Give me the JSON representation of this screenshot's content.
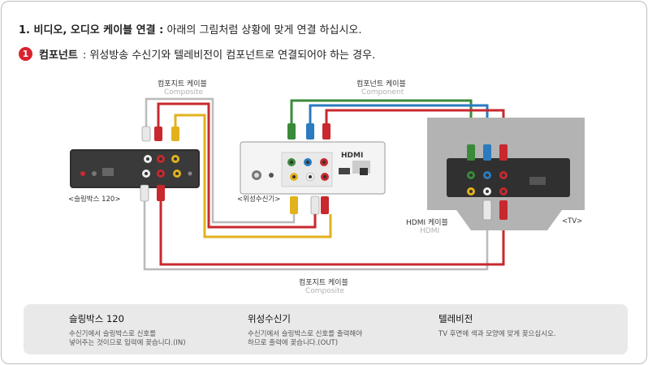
{
  "heading": {
    "prefix": "1. 비디오, 오디오 케이블 연결 :",
    "text": " 아래의 그림처럼 상황에 맞게 연결 하십시오."
  },
  "subheading": {
    "number": "1",
    "bold": "컴포넌트",
    "text": " :  위성방송 수신기와 텔레비전이 컴포넌트로 연결되어야 하는 경우."
  },
  "cables": {
    "composite_top_ko": "컴포지트 케이블",
    "composite_top_en": "Composite",
    "component_top_ko": "컴포넌트 케이블",
    "component_top_en": "Component",
    "hdmi_ko": "HDMI 케이블",
    "hdmi_en": "HDMI",
    "composite_bottom_ko": "컴포지트 케이블",
    "composite_bottom_en": "Composite"
  },
  "devices": {
    "slingbox_label": "<슬링박스 120>",
    "receiver_label": "<위성수신기>",
    "tv_label": "<TV>"
  },
  "colors": {
    "green": "#3a8a3a",
    "blue": "#2a7bbf",
    "red": "#c8282e",
    "yellow": "#e2b21c",
    "white": "#f2f2f2",
    "device_dark": "#2e2e2e",
    "tv_gray": "#b3b3b3"
  },
  "notes": [
    {
      "title": "슬링박스 120",
      "line1": "수신기에서 슬링박스로 신호를",
      "line2": "넣어주는 것이므로 입력에 꽂습니다.(IN)"
    },
    {
      "title": "위성수신기",
      "line1": "수신기에서 슬링박스로 신호를 출력해야",
      "line2": "하므로 출력에 꽂습니다.(OUT)"
    },
    {
      "title": "텔레비전",
      "line1": "TV 후면에 색과 모양에 맞게 꽂으십시오.",
      "line2": ""
    }
  ]
}
